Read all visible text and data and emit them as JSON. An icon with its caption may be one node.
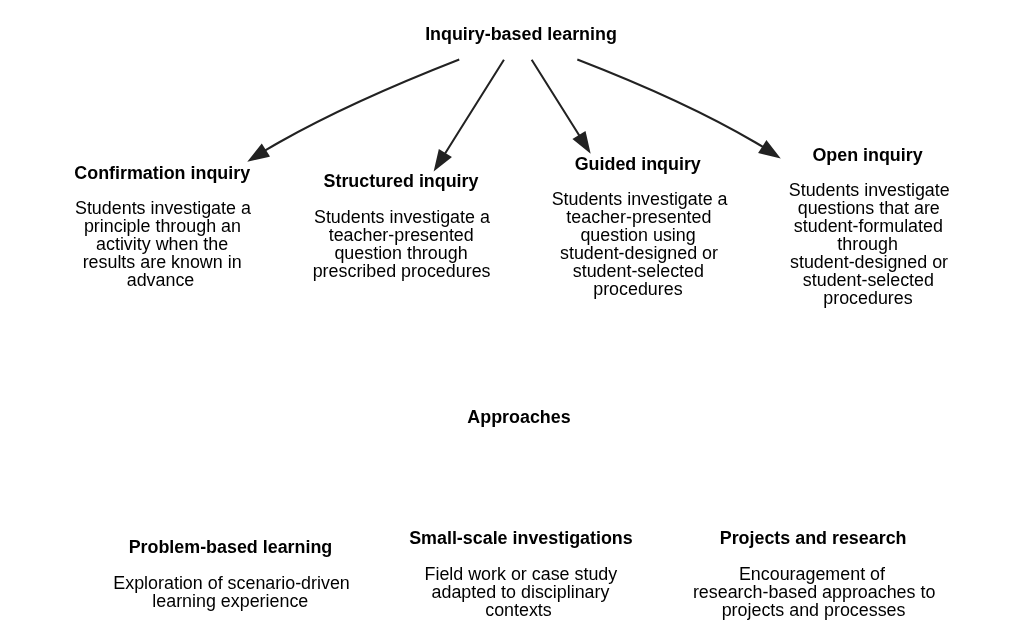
{
  "diagram": {
    "nodes": [
      {
        "text": [
          "Inquiry-based learning"
        ]
      },
      {
        "text": [
          "Confirmation inquiry",
          "Students investigate a principle through an activity when the results are known in advance"
        ]
      },
      {
        "text": [
          "Structured inquiry",
          "Students investigate a teacher-presented question through prescribed procedures"
        ]
      },
      {
        "text": [
          "Guided inquiry",
          "Students investigate a teacher-presented question using student-designed or student-selected procedures"
        ]
      },
      {
        "text": [
          "Open inquiry",
          "Students investigate questions that are student-formulated through student-designed or student-selected procedures"
        ]
      }
    ],
    "edges": [
      {
        "from": 0,
        "to": 1,
        "arrow": "to"
      },
      {
        "from": 0,
        "to": 2,
        "arrow": "to"
      },
      {
        "from": 0,
        "to": 3,
        "arrow": "to"
      },
      {
        "from": 0,
        "to": 4,
        "arrow": "to"
      }
    ],
    "labels": [
      "Approaches",
      "Problem-based learning",
      "Small-scale investigations",
      "Projects and research",
      "Exploration of scenario-driven learning experience",
      "Field work or case study adapted to disciplinary contexts",
      "Encouragement of research-based approaches to projects and processes"
    ]
  }
}
